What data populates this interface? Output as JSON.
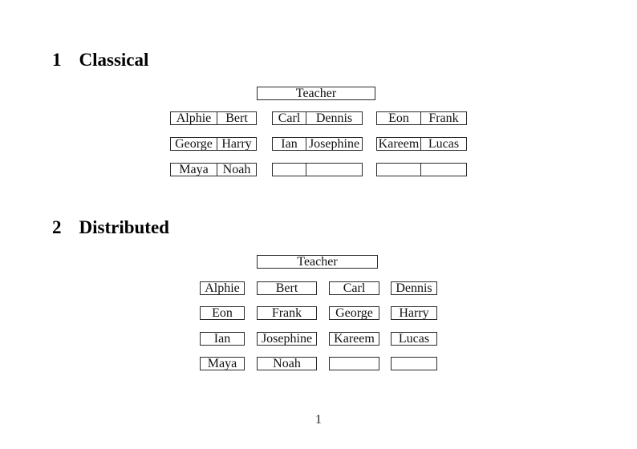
{
  "page": {
    "number": "1"
  },
  "colors": {
    "ink": "#111111",
    "border": "#2a2a2a",
    "background": "#ffffff"
  },
  "sections": {
    "classical": {
      "number": "1",
      "title": "Classical"
    },
    "distributed": {
      "number": "2",
      "title": "Distributed"
    }
  },
  "classical": {
    "teacher": "Teacher",
    "rows": [
      {
        "desks": [
          {
            "cells": [
              "Alphie",
              "Bert"
            ]
          },
          {
            "cells": [
              "Carl",
              "Dennis"
            ]
          },
          {
            "cells": [
              "Eon",
              "Frank"
            ]
          }
        ]
      },
      {
        "desks": [
          {
            "cells": [
              "George",
              "Harry"
            ]
          },
          {
            "cells": [
              "Ian",
              "Josephine"
            ]
          },
          {
            "cells": [
              "Kareem",
              "Lucas"
            ]
          }
        ]
      },
      {
        "desks": [
          {
            "cells": [
              "Maya",
              "Noah"
            ]
          },
          {
            "cells": [
              "",
              ""
            ]
          },
          {
            "cells": [
              "",
              ""
            ]
          }
        ]
      }
    ]
  },
  "distributed": {
    "teacher": "Teacher",
    "rows": [
      {
        "desks": [
          "Alphie",
          "Bert",
          "Carl",
          "Dennis"
        ]
      },
      {
        "desks": [
          "Eon",
          "Frank",
          "George",
          "Harry"
        ]
      },
      {
        "desks": [
          "Ian",
          "Josephine",
          "Kareem",
          "Lucas"
        ]
      },
      {
        "desks": [
          "Maya",
          "Noah",
          "",
          ""
        ]
      }
    ]
  }
}
